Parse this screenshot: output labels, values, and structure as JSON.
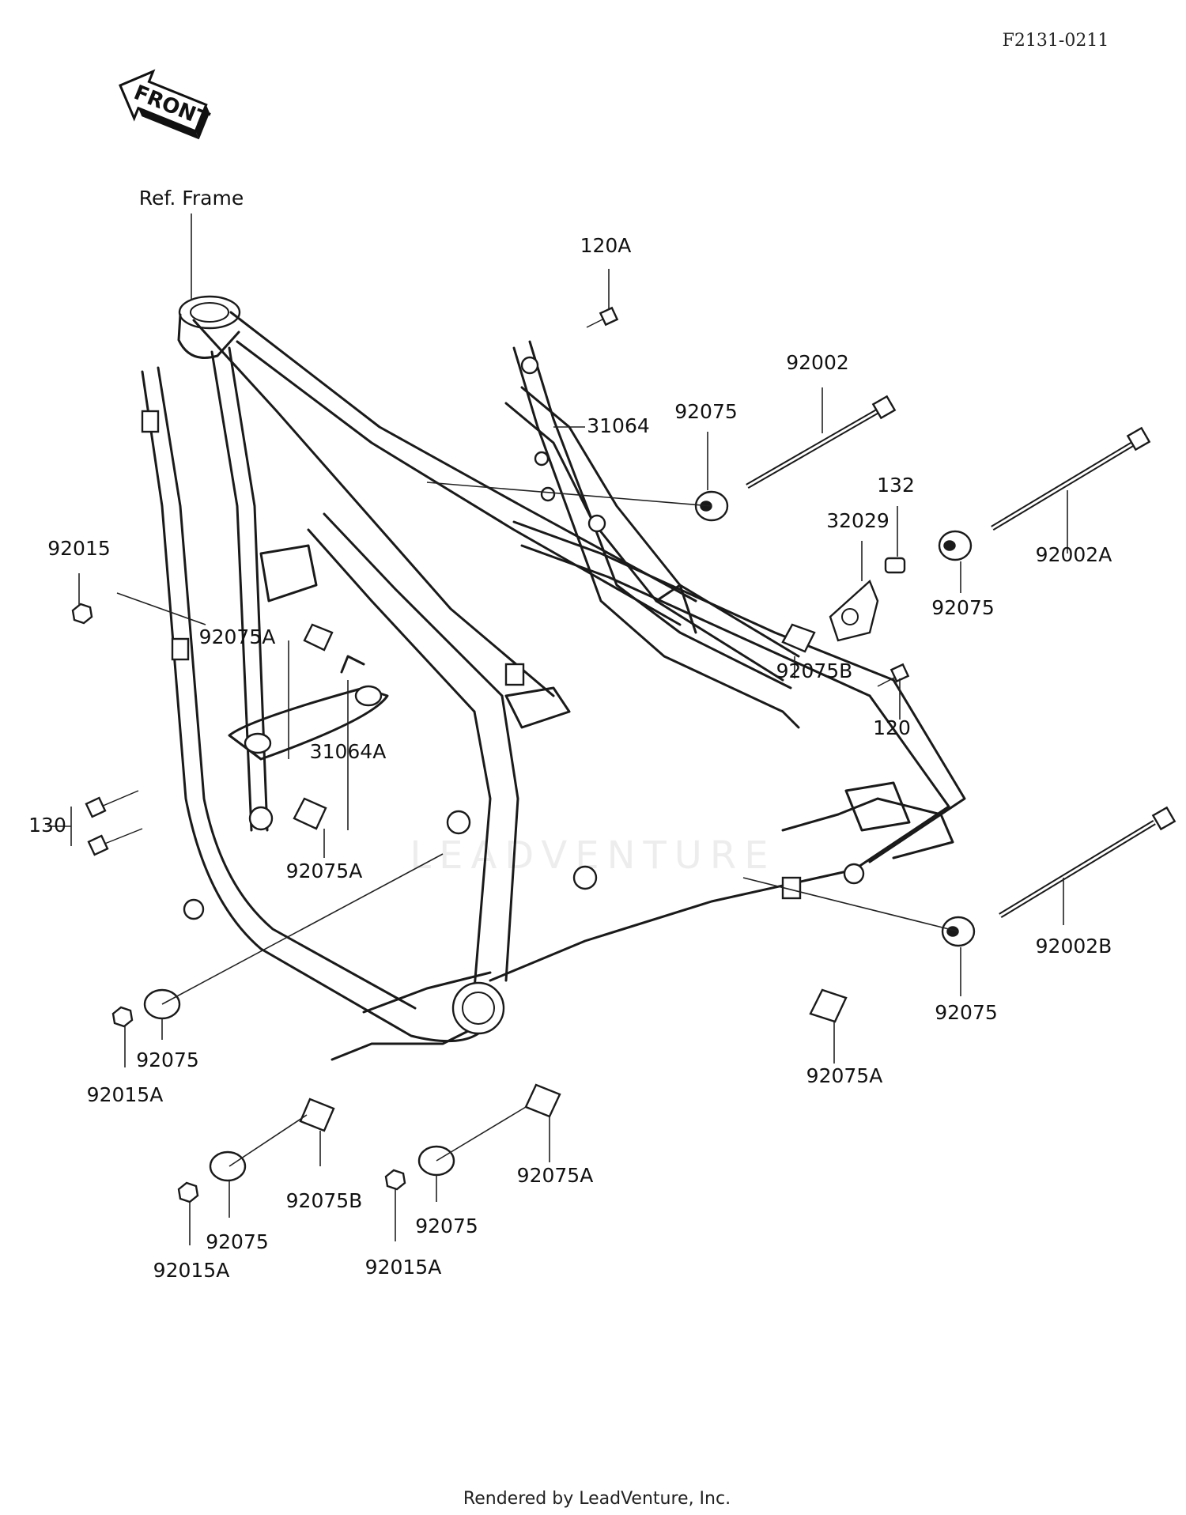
{
  "diagram_code": "F2131-0211",
  "front_arrow": {
    "text": "FRONT",
    "icon": "front-direction-arrow-icon"
  },
  "ref_label": "Ref. Frame",
  "watermark": "LEADVENTURE",
  "parts": {
    "p120A": "120A",
    "p31064": "31064",
    "p92002": "92002",
    "p92075_top": "92075",
    "p132": "132",
    "p32029": "32029",
    "p92002A": "92002A",
    "p92075_right": "92075",
    "p92015": "92015",
    "p92075A_upper": "92075A",
    "p31064A": "31064A",
    "p92075B_right": "92075B",
    "p120": "120",
    "p130": "130",
    "p92075A_mid": "92075A",
    "p92002B": "92002B",
    "p92075_lowright": "92075",
    "p92075A_lowright": "92075A",
    "p92075_left": "92075",
    "p92015A_left": "92015A",
    "p92075A_bottom": "92075A",
    "p92075B_bottom": "92075B",
    "p92075_bottom1": "92075",
    "p92015A_bottom1": "92015A",
    "p92075_bottom2": "92075",
    "p92015A_bottom2": "92015A"
  },
  "footer": "Rendered by LeadVenture, Inc."
}
